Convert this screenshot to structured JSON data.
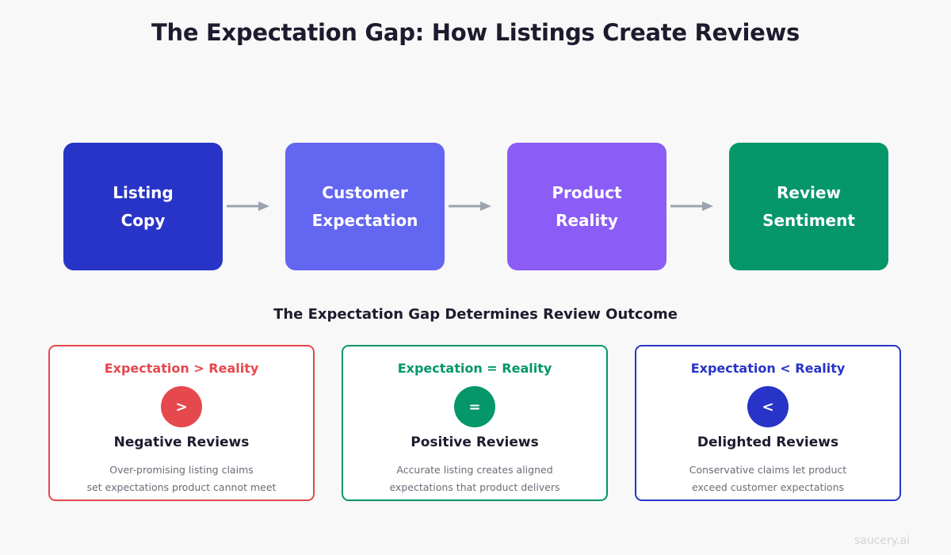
{
  "title": "The Expectation Gap: How Listings Create Reviews",
  "flow": [
    {
      "line1": "Listing",
      "line2": "Copy",
      "color": "#2734c7"
    },
    {
      "line1": "Customer",
      "line2": "Expectation",
      "color": "#6366f1"
    },
    {
      "line1": "Product",
      "line2": "Reality",
      "color": "#8b5cf6"
    },
    {
      "line1": "Review",
      "line2": "Sentiment",
      "color": "#05966a"
    }
  ],
  "arrow_color": "#9ca3af",
  "subtitle": "The Expectation Gap Determines Review Outcome",
  "cards": [
    {
      "heading": "Expectation > Reality",
      "symbol": ">",
      "outcome": "Negative Reviews",
      "desc_line1": "Over-promising listing claims",
      "desc_line2": "set expectations product cannot meet",
      "color": "#e5484d"
    },
    {
      "heading": "Expectation = Reality",
      "symbol": "=",
      "outcome": "Positive Reviews",
      "desc_line1": "Accurate listing creates aligned",
      "desc_line2": "expectations that product delivers",
      "color": "#05966a"
    },
    {
      "heading": "Expectation < Reality",
      "symbol": "<",
      "outcome": "Delighted Reviews",
      "desc_line1": "Conservative claims let product",
      "desc_line2": "exceed customer expectations",
      "color": "#2734c7"
    }
  ],
  "watermark": "saucery.ai"
}
